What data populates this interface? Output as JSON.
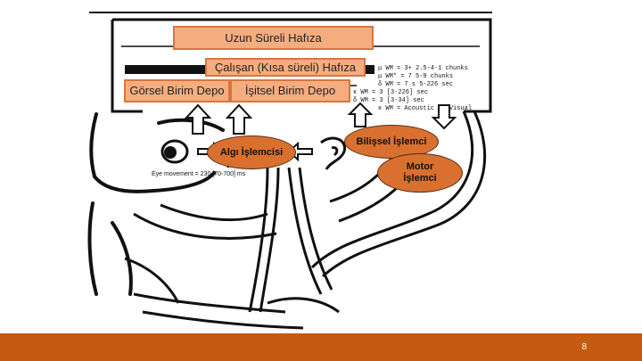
{
  "diagram": {
    "long_term_memory": "Uzun Süreli Hafıza",
    "working_memory": "Çalışan (Kısa süreli) Hafıza",
    "visual_store": "Görsel Birim Depo",
    "auditory_store": "İşitsel Birim Depo",
    "perceptual_processor": "Algı İşlemcisi",
    "cognitive_processor": "Bilişsel İşlemci",
    "motor_processor_line1": "Motor",
    "motor_processor_line2": "İşlemci"
  },
  "footer": {
    "page_number": "8"
  },
  "colors": {
    "box_fill": "#f5ad7f",
    "box_border": "#d8763e",
    "ellipse_fill": "#d9702f",
    "footer": "#c55a11"
  }
}
